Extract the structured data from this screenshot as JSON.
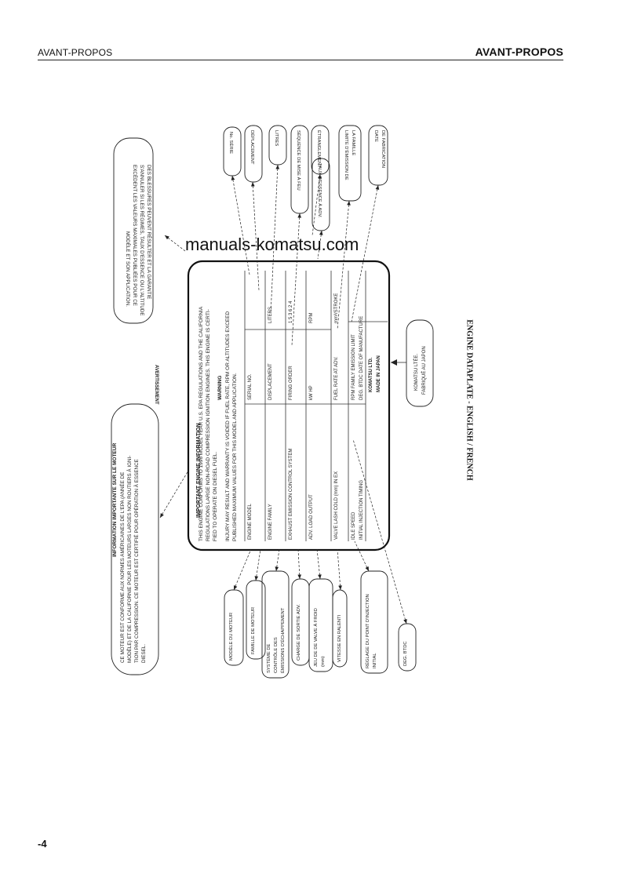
{
  "header": {
    "left_title": "AVANT-PROPOS",
    "right_title": "AVANT-PROPOS"
  },
  "watermark": "manuals-komatsu.com",
  "caption": "ENGINE DATAPLATE - ENGLISH / FRENCH",
  "footer": {
    "page_number": "-4"
  },
  "plate": {
    "title": "IMPORTANT ENGINE INFORMATION",
    "intro": [
      "THIS ENGINE CONFORMS TO 1996 MODEL YEAR U.S. EPA REGULATIONS AND THE CALIFORNIA",
      "REGULATIONS LARGE NON-ROAD COMPRESSION IGNITION ENGINES. THIS ENGINE IS CERTI-",
      "FIED TO OPERATE ON DIESEL FUEL."
    ],
    "warning_title": "WARNING",
    "warning": [
      "INJURY MAY RESULT AND WARRANTY IS VOIDED IF FUEL RATE, RPM OR ALTITUDES EXCEED",
      "PUBLISHED MAXIMUM VALUES FOR THIS MODEL AND APPLICATION."
    ],
    "rows": [
      {
        "left": "ENGINE MODEL",
        "right": "SERIAL NO.",
        "unit": ""
      },
      {
        "left": "ENGINE FAMILY",
        "right": "DISPLACEMENT",
        "unit": "LITERS"
      },
      {
        "left": "EXHAUST EMISSION CONTROL SYSTEM",
        "right": "FIRING ORDER",
        "unit": "1 5 3 6 2 4"
      },
      {
        "left": "ADV. LOAD OUTPUT",
        "right": "kW   HP",
        "unit": "RPM"
      },
      {
        "left": "VALVE LASH COLD (mm)   IN   EX",
        "right": "FUEL RATE AT ADV.",
        "unit": "mm³/STROKE"
      },
      {
        "left": "IDLE SPEED",
        "right": "RPM   FAMILY EMISSION LIMIT",
        "unit": ""
      },
      {
        "left": "INITIAL INJECTION TIMING",
        "right": "DEG. BTDC   DATE OF MANUFACTURE",
        "unit": ""
      }
    ],
    "maker_line1": "KOMATSU LTD.",
    "maker_line2": "MADE IN JAPAN"
  },
  "callouts_top": {
    "avertissement_title": "AVERTISSEMENT",
    "avertissement_text": [
      "DES BLESSURES PEUVENT RÉSULTER ET LA GARANTIE",
      "S'ANNULER SI LES RÉGIMES, TAUX D'ESSENCE OU L'ALTITUDE",
      "EXCÈDENT LES VALEURS MAXIMALES PUBLIÉES POUR CE",
      "MODÈLE ET SON APPLICATION."
    ],
    "no_serie": "No. SÉRIE",
    "deplacement": "DÉPLACEMENT",
    "litres": "LITRES",
    "sequence": [
      "SÉQUENCE DE MISE À FEU"
    ],
    "etranglement": "ÉTRANGLEMENT",
    "taux": "TAUX D'ESSENCE À ADV.",
    "limite": [
      "LIMITE D'ÉMISSION DE",
      "LA FAMILLE"
    ],
    "date": [
      "DATE",
      "DE FABRICATION"
    ]
  },
  "callouts_left": {
    "info_title": "INFORMATION IMPORTANTE SUR LE MOTEUR",
    "info_text": [
      "CE MOTEUR EST CONFORME AUX NORMES AMÉRICAINES DE L'EPA (ANNÉE DE",
      "MODÈLE) ET DE LA CALIFORNIE POUR LES MOTEURS LARGES NON ROUTIERS À IGNI-",
      "TION PAR COMPRESSION. CE MOTEUR EST CERTIFIÉ POUR OPÉRATION À ESSENCE",
      "DIESEL."
    ]
  },
  "callouts_bottom": {
    "modele": "MODÈLE DU MOTEUR",
    "famille": "FAMILLE DE MOTEUR",
    "systeme": [
      "SYSTÈME DE",
      "CONTRÔLE DES",
      "ÉMISSIONS D'ÉCHAPPEMENT"
    ],
    "charge": "CHARGE DE SORTIE ADV.",
    "jeu": [
      "JEU DE DE VALVE À FROID",
      "(mm)"
    ],
    "vitesse": "VITESSE EN RALENTI",
    "regl": [
      "RÉGLAGE DU POINT D'INJECTION",
      "INITIAL"
    ],
    "deg": "DEG. BTDC"
  },
  "komatsu_label": [
    "KOMATSU LTÉE.",
    "FABRIQUÉ AU JAPON"
  ]
}
